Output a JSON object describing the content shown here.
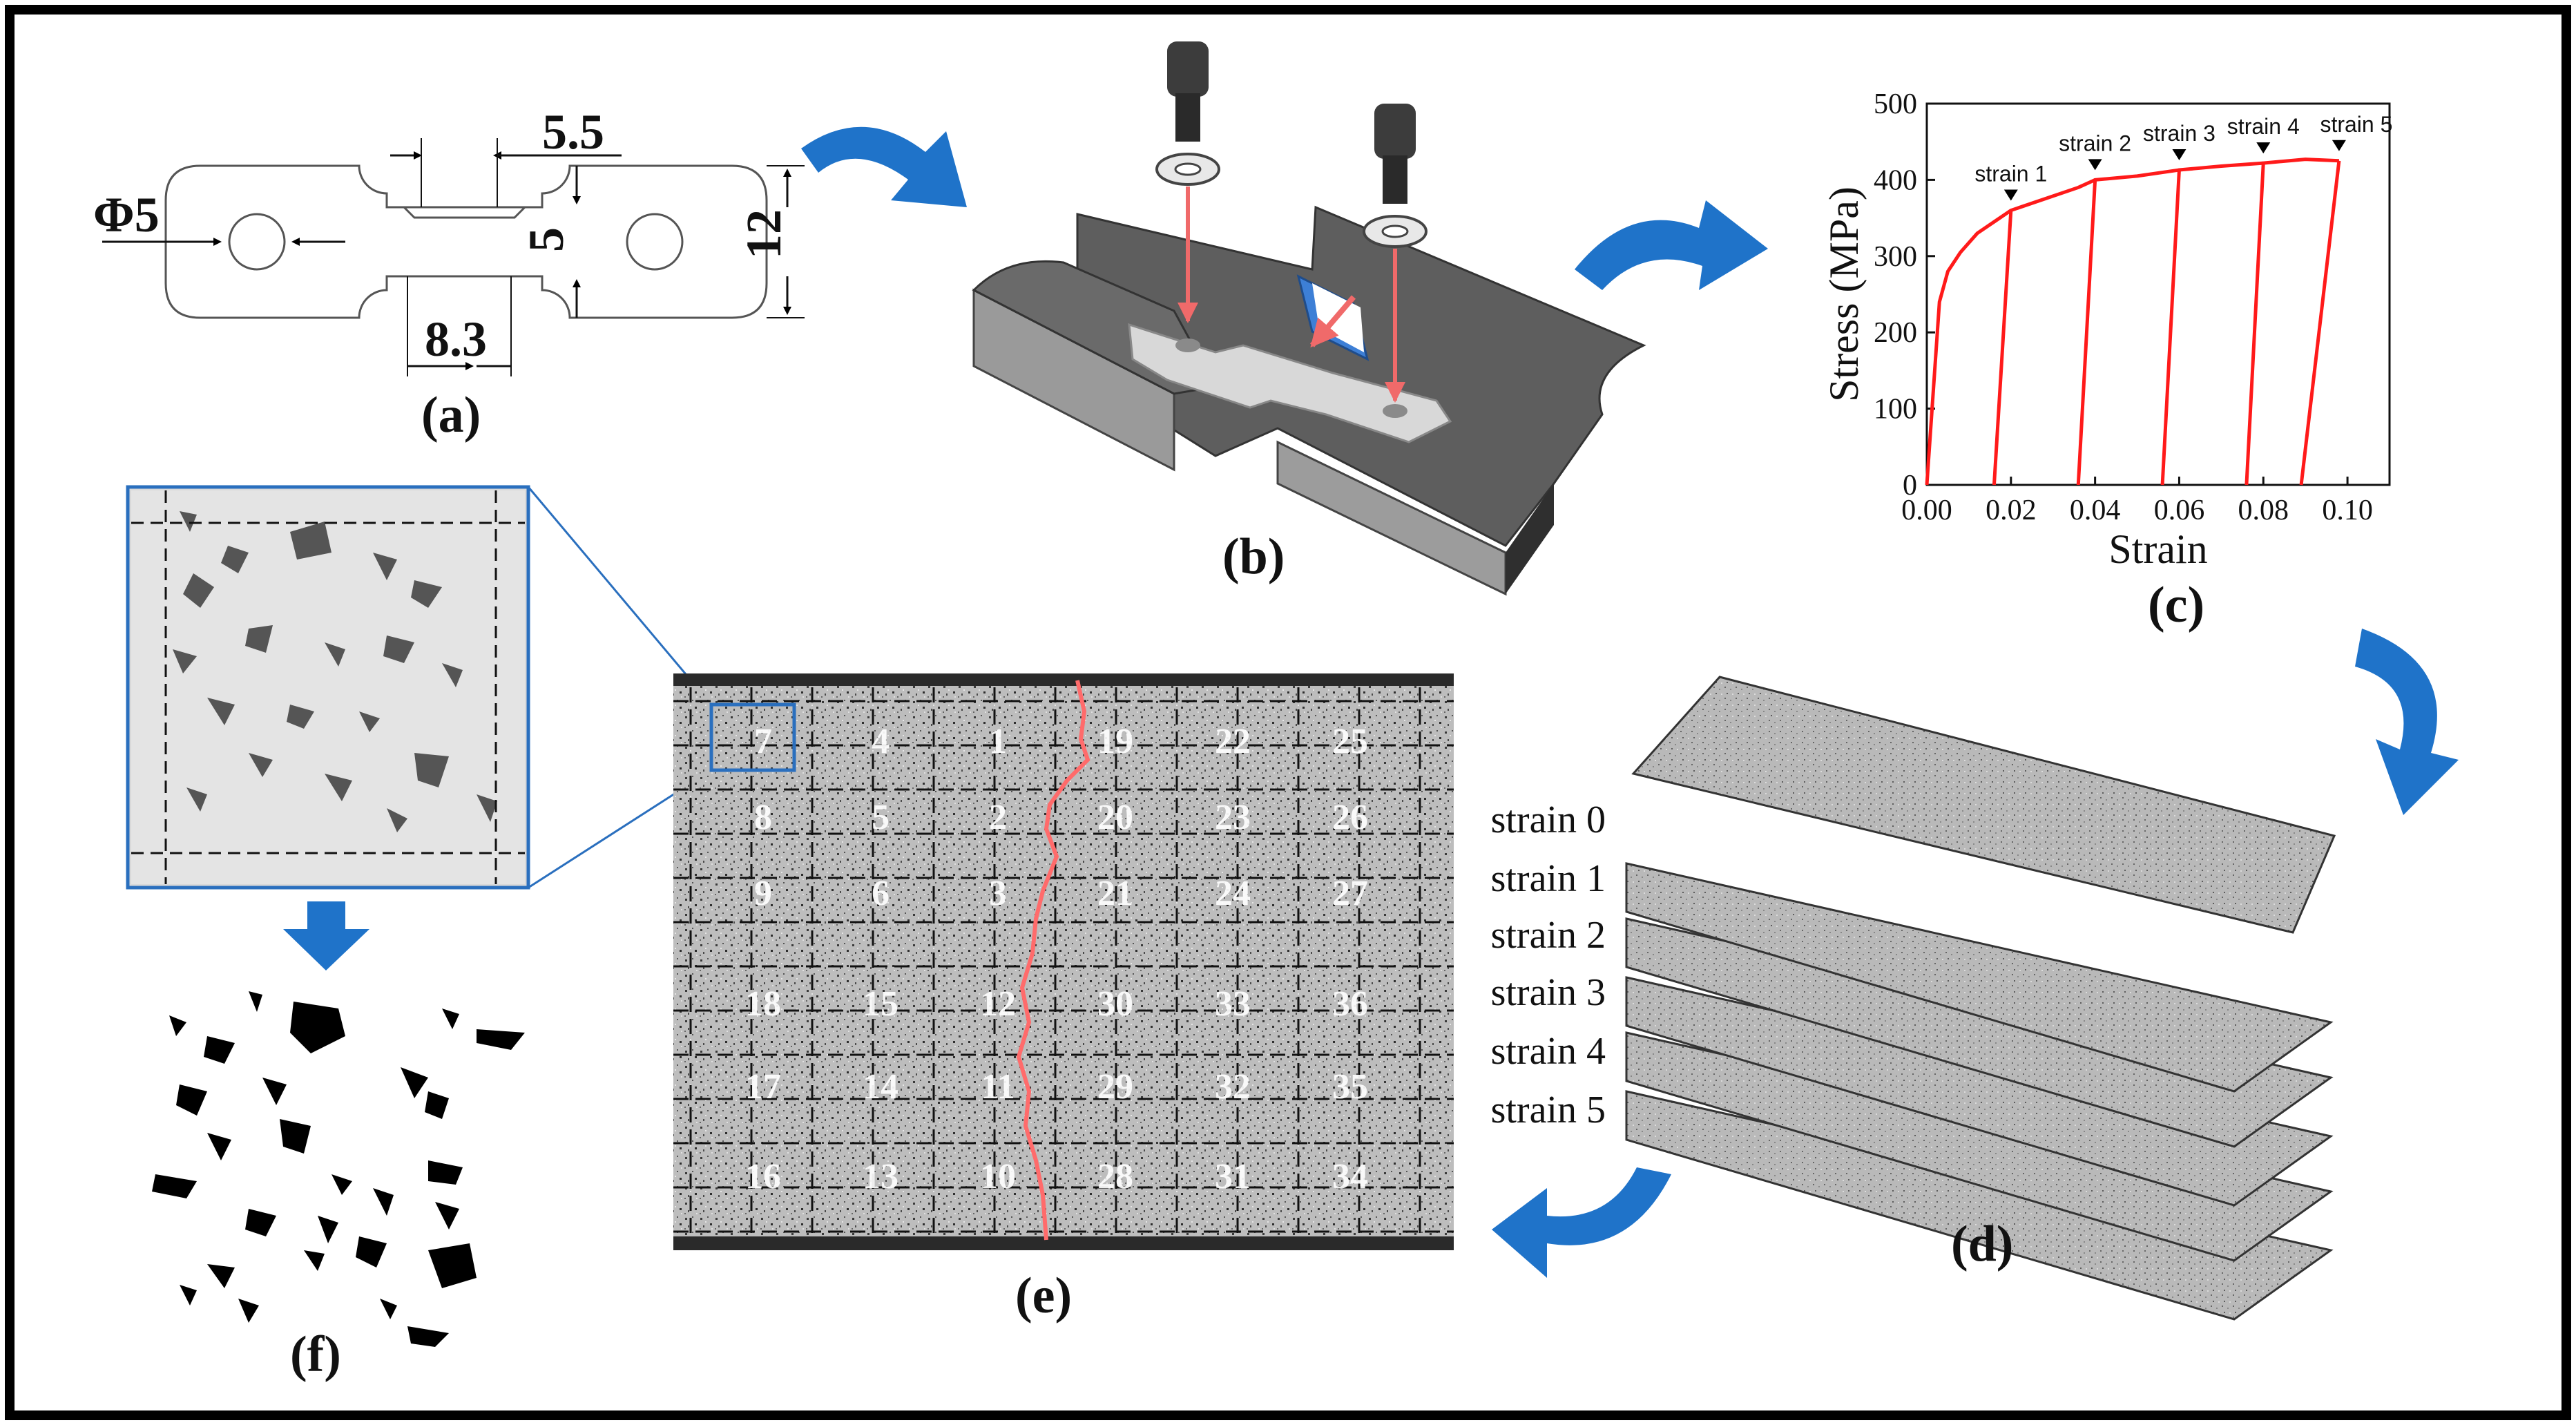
{
  "panels": {
    "a": {
      "label": "(a)",
      "dims": {
        "hole": "Φ5",
        "gauge_width": "5.5",
        "neck": "5",
        "height": "12",
        "length": "8.3"
      }
    },
    "b": {
      "label": "(b)"
    },
    "c": {
      "label": "(c)",
      "chart_data": {
        "type": "line",
        "xlabel": "Strain",
        "ylabel": "Stress (MPa)",
        "xlim": [
          0,
          0.11
        ],
        "ylim": [
          0,
          500
        ],
        "xticks": [
          "0.00",
          "0.02",
          "0.04",
          "0.06",
          "0.08",
          "0.10"
        ],
        "yticks": [
          "0",
          "100",
          "200",
          "300",
          "400",
          "500"
        ],
        "color": "#ff1a1a",
        "series": [
          {
            "x": [
              0.0,
              0.003,
              0.005,
              0.008,
              0.012,
              0.016,
              0.02
            ],
            "y": [
              0,
              240,
              280,
              305,
              330,
              345,
              360
            ]
          },
          {
            "x": [
              0.016,
              0.02,
              0.028,
              0.036,
              0.04
            ],
            "y": [
              0,
              360,
              375,
              390,
              400
            ]
          },
          {
            "x": [
              0.036,
              0.04,
              0.05,
              0.06
            ],
            "y": [
              0,
              400,
              405,
              413
            ]
          },
          {
            "x": [
              0.056,
              0.06,
              0.07,
              0.08
            ],
            "y": [
              0,
              413,
              418,
              422
            ]
          },
          {
            "x": [
              0.076,
              0.08,
              0.09,
              0.098
            ],
            "y": [
              0,
              422,
              427,
              425
            ]
          },
          {
            "x": [
              0.089,
              0.098
            ],
            "y": [
              0,
              425
            ]
          }
        ],
        "annotations": [
          {
            "text": "strain 1",
            "x": 0.02,
            "y": 360
          },
          {
            "text": "strain 2",
            "x": 0.04,
            "y": 400
          },
          {
            "text": "strain 3",
            "x": 0.06,
            "y": 413
          },
          {
            "text": "strain 4",
            "x": 0.08,
            "y": 422
          },
          {
            "text": "strain 5",
            "x": 0.098,
            "y": 425
          }
        ]
      }
    },
    "d": {
      "label": "(d)",
      "strains": [
        "strain 0",
        "strain 1",
        "strain 2",
        "strain 3",
        "strain 4",
        "strain 5"
      ]
    },
    "e": {
      "label": "(e)",
      "grid_numbers": [
        [
          "7",
          "4",
          "1",
          "19",
          "22",
          "25"
        ],
        [
          "8",
          "5",
          "2",
          "20",
          "23",
          "26"
        ],
        [
          "9",
          "6",
          "3",
          "21",
          "24",
          "27"
        ],
        [
          "18",
          "15",
          "12",
          "30",
          "33",
          "36"
        ],
        [
          "17",
          "14",
          "11",
          "29",
          "32",
          "35"
        ],
        [
          "16",
          "13",
          "10",
          "28",
          "31",
          "34"
        ]
      ]
    },
    "f": {
      "label": "(f)"
    }
  },
  "colors": {
    "arrow": "#1f73c9",
    "curve": "#ff1a1a",
    "crack": "#ff6b6b",
    "frame": "#000000",
    "zoom": "#2a6fbe"
  }
}
